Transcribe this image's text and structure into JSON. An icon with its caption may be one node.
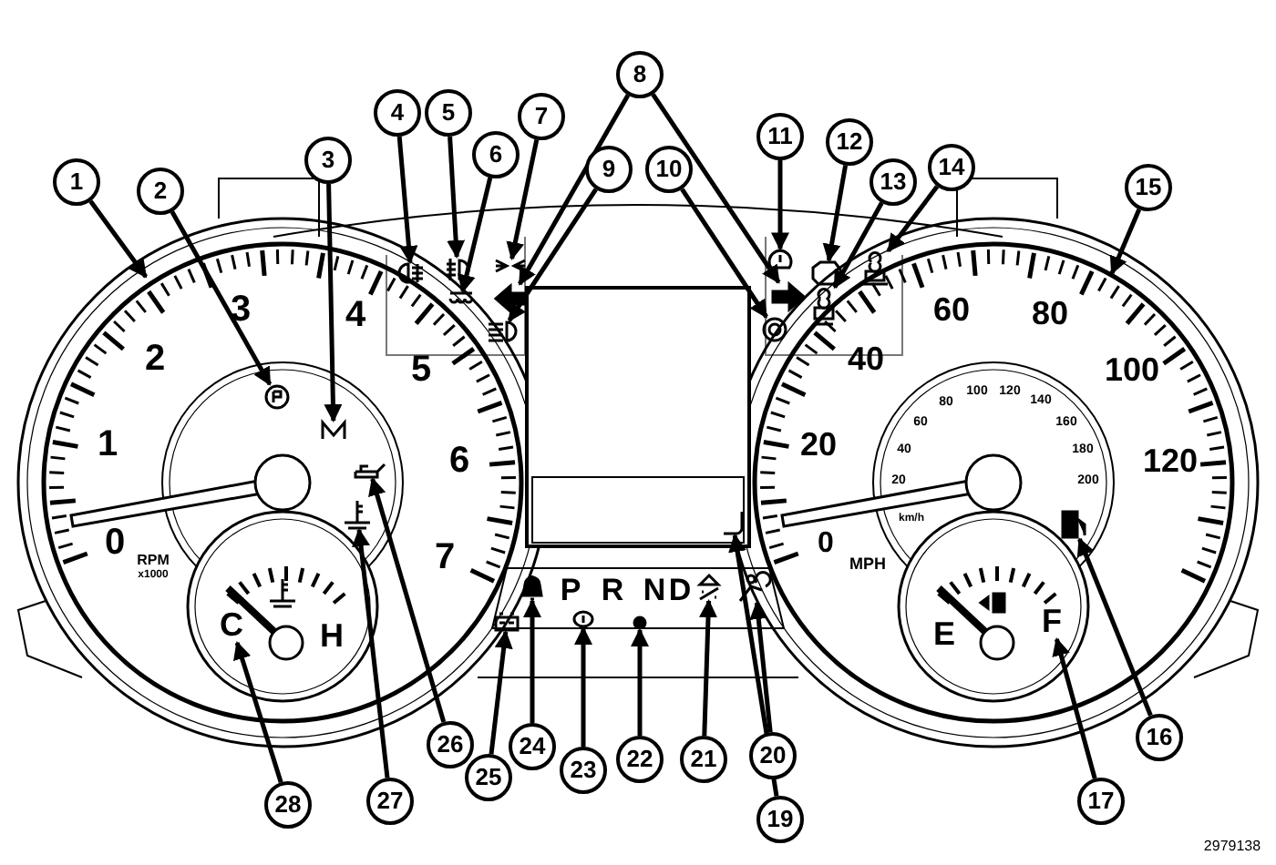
{
  "diagram": {
    "nodes": [
      {
        "text": [
          "1"
        ]
      },
      {
        "text": [
          "2"
        ]
      },
      {
        "text": [
          "3"
        ]
      },
      {
        "text": [
          "4"
        ]
      },
      {
        "text": [
          "5"
        ]
      },
      {
        "text": [
          "6"
        ]
      },
      {
        "text": [
          "7"
        ]
      },
      {
        "text": [
          "8"
        ]
      },
      {
        "text": [
          "9"
        ]
      },
      {
        "text": [
          "10"
        ]
      },
      {
        "text": [
          "11"
        ]
      },
      {
        "text": [
          "12"
        ]
      },
      {
        "text": [
          "13"
        ]
      },
      {
        "text": [
          "14"
        ]
      },
      {
        "text": [
          "15"
        ]
      },
      {
        "text": [
          "16"
        ]
      },
      {
        "text": [
          "17"
        ]
      },
      {
        "text": [
          "19"
        ]
      },
      {
        "text": [
          "20"
        ]
      },
      {
        "text": [
          "21"
        ]
      },
      {
        "text": [
          "22"
        ]
      },
      {
        "text": [
          "23"
        ]
      },
      {
        "text": [
          "24"
        ]
      },
      {
        "text": [
          "25"
        ]
      },
      {
        "text": [
          "26"
        ]
      },
      {
        "text": [
          "27"
        ]
      },
      {
        "text": [
          "28"
        ]
      },
      {
        "text": [],
        "shape": "picture"
      },
      {
        "text": [],
        "shape": "picture"
      },
      {
        "text": [],
        "shape": "picture"
      },
      {
        "text": [],
        "shape": "picture"
      },
      {
        "text": [],
        "shape": "picture"
      },
      {
        "text": [],
        "shape": "picture"
      },
      {
        "text": [],
        "shape": "picture"
      },
      {
        "text": [],
        "shape": "picture"
      },
      {
        "text": [],
        "shape": "picture"
      },
      {
        "text": [],
        "shape": "picture"
      },
      {
        "text": [],
        "shape": "picture"
      },
      {
        "text": [],
        "shape": "picture"
      },
      {
        "text": [],
        "shape": "picture"
      },
      {
        "text": [],
        "shape": "picture"
      },
      {
        "text": [],
        "shape": "picture"
      },
      {
        "text": [],
        "shape": "picture"
      },
      {
        "text": [],
        "shape": "picture"
      },
      {
        "text": [],
        "shape": "picture"
      },
      {
        "text": [],
        "shape": "picture"
      },
      {
        "text": [],
        "shape": "picture"
      },
      {
        "text": [],
        "shape": "picture"
      },
      {
        "text": [],
        "shape": "picture"
      },
      {
        "text": [],
        "shape": "picture"
      },
      {
        "text": [],
        "shape": "picture"
      },
      {
        "text": [
          "C"
        ]
      },
      {
        "text": [
          "F"
        ]
      }
    ],
    "edges": [
      {
        "from": 0,
        "to": null,
        "arrow": "to"
      },
      {
        "from": 1,
        "to": 27,
        "arrow": "to"
      },
      {
        "from": 2,
        "to": 28,
        "arrow": "to"
      },
      {
        "from": 3,
        "to": 29,
        "arrow": "to"
      },
      {
        "from": 4,
        "to": 30,
        "arrow": "to"
      },
      {
        "from": 5,
        "to": 31,
        "arrow": "to"
      },
      {
        "from": 6,
        "to": 32,
        "arrow": "to"
      },
      {
        "from": 7,
        "to": 33,
        "arrow": "to"
      },
      {
        "from": 7,
        "to": 34,
        "arrow": "to"
      },
      {
        "from": 8,
        "to": 35,
        "arrow": "to"
      },
      {
        "from": 9,
        "to": 36,
        "arrow": "to"
      },
      {
        "from": 10,
        "to": 37,
        "arrow": "to"
      },
      {
        "from": 11,
        "to": 38,
        "arrow": "to"
      },
      {
        "from": 12,
        "to": 39,
        "arrow": "to"
      },
      {
        "from": 13,
        "to": 40,
        "arrow": "to"
      },
      {
        "from": 14,
        "to": null,
        "arrow": "to"
      },
      {
        "from": 15,
        "to": 41,
        "arrow": "to"
      },
      {
        "from": 16,
        "to": 52,
        "arrow": "to"
      },
      {
        "from": 17,
        "to": 42,
        "arrow": "to"
      },
      {
        "from": 18,
        "to": 43,
        "arrow": "to"
      },
      {
        "from": 19,
        "to": 44,
        "arrow": "to"
      },
      {
        "from": 20,
        "to": 45,
        "arrow": "to"
      },
      {
        "from": 21,
        "to": 46,
        "arrow": "to"
      },
      {
        "from": 22,
        "to": 47,
        "arrow": "to"
      },
      {
        "from": 23,
        "to": 48,
        "arrow": "to"
      },
      {
        "from": 24,
        "to": 49,
        "arrow": "to"
      },
      {
        "from": 25,
        "to": 50,
        "arrow": "to"
      },
      {
        "from": 26,
        "to": 51,
        "arrow": "to"
      }
    ],
    "labels": [
      "0",
      "1",
      "2",
      "3",
      "4",
      "5",
      "6",
      "7",
      "RPM",
      "x1000",
      "H",
      "0",
      "20",
      "40",
      "60",
      "80",
      "100",
      "120",
      "MPH",
      "20",
      "40",
      "60",
      "80",
      "100",
      "120",
      "140",
      "160",
      "180",
      "200",
      "km/h",
      "E",
      "P",
      "R",
      "N",
      "D",
      "2979138"
    ]
  }
}
